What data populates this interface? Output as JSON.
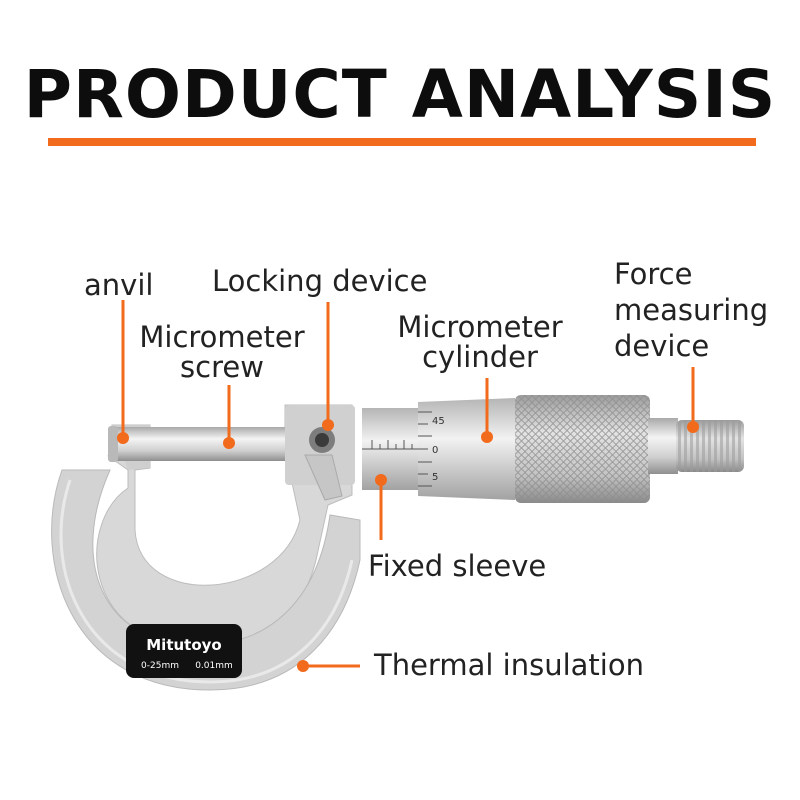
{
  "title": "PRODUCT ANALYSIS",
  "colors": {
    "accent": "#f26a1b",
    "frame": "#d6d6d6",
    "metal": "#c9c9c9"
  },
  "labels": {
    "anvil": "anvil",
    "locking": "Locking device",
    "screw": [
      "Micrometer",
      "screw"
    ],
    "cylinder": [
      "Micrometer",
      "cylinder"
    ],
    "force": [
      "Force",
      "measuring",
      "device"
    ],
    "sleeve": "Fixed sleeve",
    "thermal": "Thermal insulation"
  },
  "plate": {
    "brand": "Mitutoyo",
    "range": "0-25mm",
    "resolution": "0.01mm"
  },
  "thimble_numbers": [
    "45",
    "0",
    "5"
  ]
}
